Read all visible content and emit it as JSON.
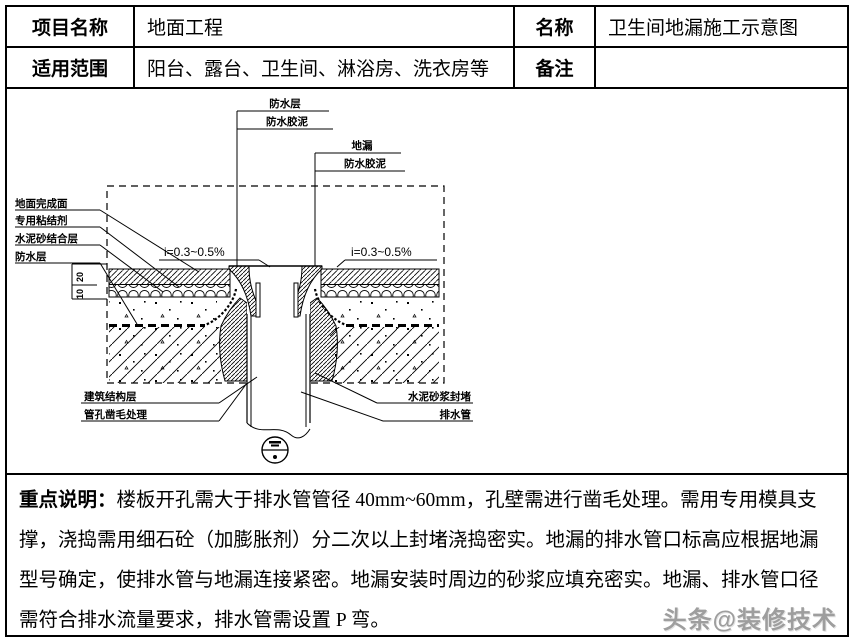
{
  "table": {
    "project_label": "项目名称",
    "project_value": "地面工程",
    "name_label": "名称",
    "name_value": "卫生间地漏施工示意图",
    "scope_label": "适用范围",
    "scope_value": "阳台、露台、卫生间、淋浴房、洗衣房等",
    "remark_label": "备注",
    "remark_value": ""
  },
  "diagram": {
    "top_labels": {
      "waterproof_layer": "防水层",
      "waterproof_mastic": "防水胶泥",
      "floor_drain": "地漏",
      "waterproof_mastic_right": "防水胶泥"
    },
    "left_labels": {
      "floor_finish": "地面完成面",
      "adhesive": "专用粘结剂",
      "mortar_bonding": "水泥砂结合层",
      "waterproof_layer": "防水层"
    },
    "bottom_left_labels": {
      "structure_layer": "建筑结构层",
      "hole_roughening": "管孔凿毛处理"
    },
    "bottom_right_labels": {
      "mortar_sealing": "水泥砂浆封堵",
      "drain_pipe": "排水管"
    },
    "slope_left": "i=0.3~0.5%",
    "slope_right": "i=0.3~0.5%",
    "dim_tile": "20",
    "dim_mortar": "10"
  },
  "notes": {
    "heading": "重点说明：",
    "body": "楼板开孔需大于排水管管径 40mm~60mm，孔壁需进行凿毛处理。需用专用模具支\n撑，浇捣需用细石砼（加膨胀剂）分二次以上封堵浇捣密实。地漏的排水管口标高应根据地漏\n型号确定，使排水管与地漏连接紧密。地漏安装时周边的砂浆应填充密实。地漏、排水管口径\n需符合排水流量要求，排水管需设置 P 弯。"
  },
  "watermark": "头条@装修技术",
  "colors": {
    "line": "#000000",
    "background": "#ffffff",
    "watermark": "#9e9e9e"
  }
}
